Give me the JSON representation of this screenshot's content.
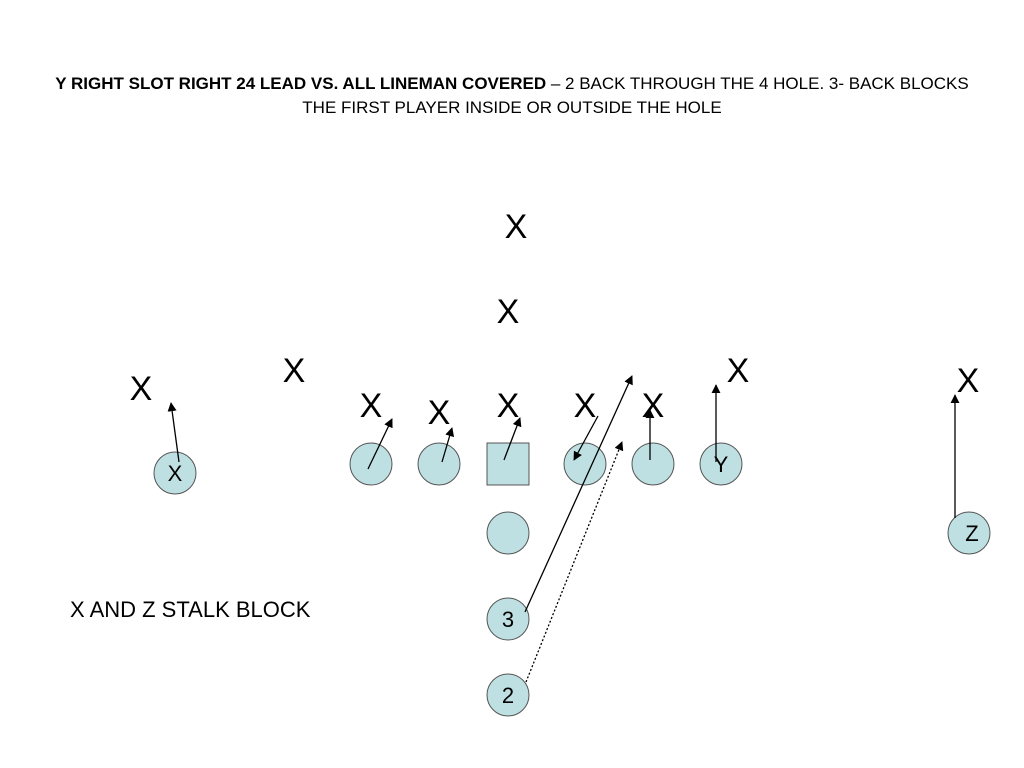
{
  "slide": {
    "title_bold": "Y RIGHT SLOT RIGHT 24 LEAD VS. ALL LINEMAN COVERED",
    "title_rest": " – 2 BACK THROUGH THE 4 HOLE.  3- BACK BLOCKS THE FIRST PLAYER INSIDE OR OUTSIDE THE HOLE",
    "note": "X AND Z STALK BLOCK"
  },
  "colors": {
    "player_fill": "#bfe0e2",
    "line": "#000000"
  },
  "defenders": [
    {
      "label": "X"
    },
    {
      "label": "X"
    },
    {
      "label": "X"
    },
    {
      "label": "X"
    },
    {
      "label": "X"
    },
    {
      "label": "X"
    },
    {
      "label": "X"
    },
    {
      "label": "X"
    },
    {
      "label": "X"
    },
    {
      "label": "X"
    },
    {
      "label": "X"
    },
    {
      "label": "X"
    }
  ],
  "offense": [
    {
      "label": "X"
    },
    {
      "label": ""
    },
    {
      "label": ""
    },
    {
      "label": ""
    },
    {
      "label": ""
    },
    {
      "label": "Y"
    },
    {
      "label": "Z"
    },
    {
      "label": ""
    },
    {
      "label": "3"
    },
    {
      "label": "2"
    }
  ]
}
